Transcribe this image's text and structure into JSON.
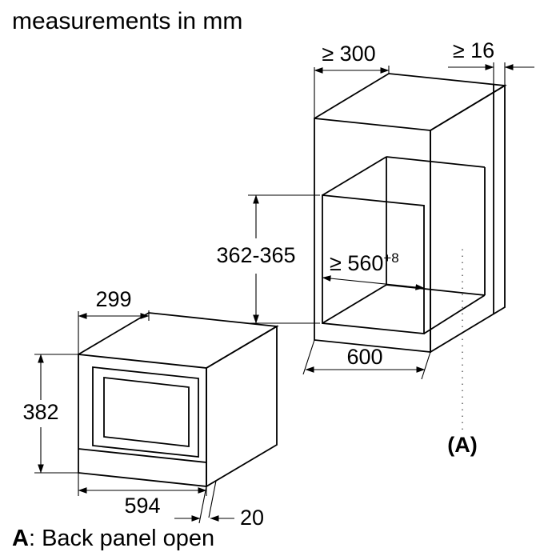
{
  "title": "measurements in mm",
  "note": {
    "term": "A",
    "rest": ": Back panel open"
  },
  "cabinet": {
    "dim_depth": "≥ 300",
    "dim_back_gap": "≥ 16",
    "dim_niche_height": "362-365",
    "dim_niche_width": "≥ 560",
    "dim_niche_width_sup": "+8",
    "dim_width": "600",
    "marker": "(A)"
  },
  "appliance": {
    "dim_depth": "299",
    "dim_height": "382",
    "dim_width": "594",
    "dim_door_depth": "20"
  },
  "colors": {
    "line": "#000000",
    "background": "#ffffff"
  }
}
